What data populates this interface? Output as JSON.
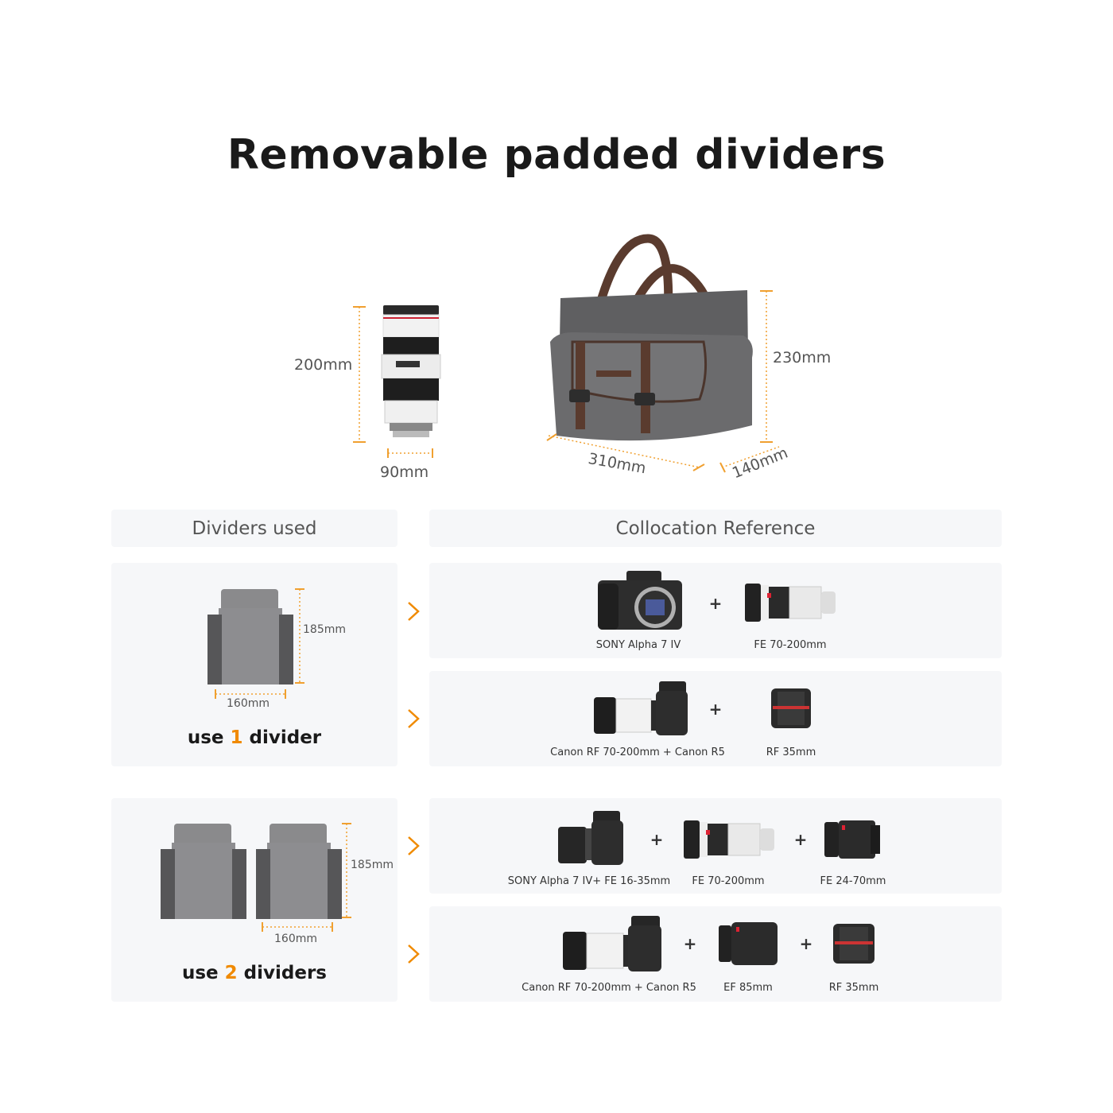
{
  "title": "Removable padded dividers",
  "lens_dims": {
    "height": "200mm",
    "width": "90mm"
  },
  "bag_dims": {
    "height": "230mm",
    "length": "310mm",
    "depth": "140mm"
  },
  "headers": {
    "dividers": "Dividers used",
    "collocation": "Collocation Reference"
  },
  "group1": {
    "label_pre": "use ",
    "label_num": "1",
    "label_post": " divider",
    "divider_height": "185mm",
    "divider_width": "160mm",
    "rows": [
      {
        "items": [
          "SONY Alpha 7 IV",
          "FE 70-200mm"
        ]
      },
      {
        "items": [
          "Canon RF 70-200mm + Canon R5",
          "RF 35mm"
        ]
      }
    ]
  },
  "group2": {
    "label_pre": "use ",
    "label_num": "2",
    "label_post": " dividers",
    "divider_height": "185mm",
    "divider_width": "160mm",
    "rows": [
      {
        "items": [
          "SONY Alpha 7 IV+ FE 16-35mm",
          "FE 70-200mm",
          "FE 24-70mm"
        ]
      },
      {
        "items": [
          "Canon RF 70-200mm + Canon R5",
          "EF 85mm",
          "RF 35mm"
        ]
      }
    ]
  },
  "plus_sign": "+",
  "icons": [
    "telephoto-lens-icon",
    "camera-bag-icon",
    "divider-icon",
    "chevron-right-icon",
    "mirrorless-camera-icon",
    "prime-lens-icon"
  ],
  "colors": {
    "accent": "#f08a00",
    "panel": "#f6f7f9",
    "text": "#1a1a1a"
  }
}
